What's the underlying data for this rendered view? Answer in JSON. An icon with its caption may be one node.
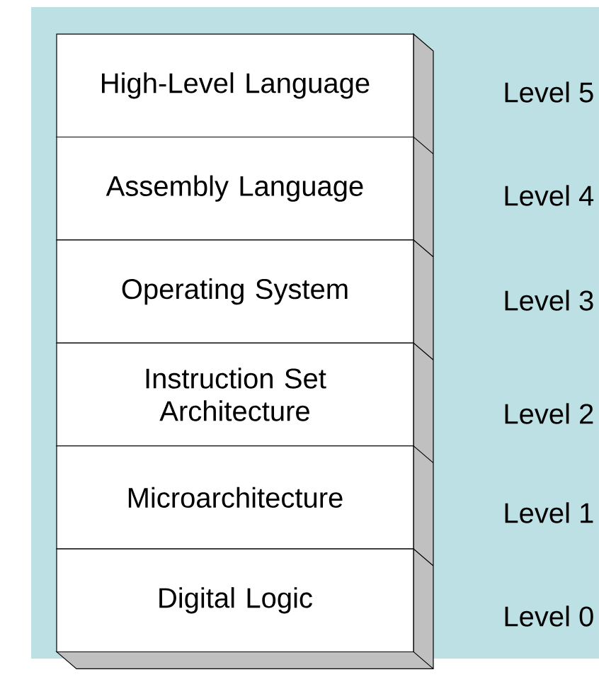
{
  "diagram": {
    "nodes": [
      {
        "text": [
          "High-Level Language"
        ],
        "beside": [
          "Level 5"
        ]
      },
      {
        "text": [
          "Assembly Language"
        ],
        "beside": [
          "Level 4"
        ]
      },
      {
        "text": [
          "Operating System"
        ],
        "beside": [
          "Level 3"
        ]
      },
      {
        "text": [
          "Instruction Set Architecture"
        ],
        "beside": [
          "Level 2"
        ]
      },
      {
        "text": [
          "Microarchitecture"
        ],
        "beside": [
          "Level 1"
        ]
      },
      {
        "text": [
          "Digital Logic"
        ],
        "beside": [
          "Level 0"
        ]
      }
    ]
  }
}
